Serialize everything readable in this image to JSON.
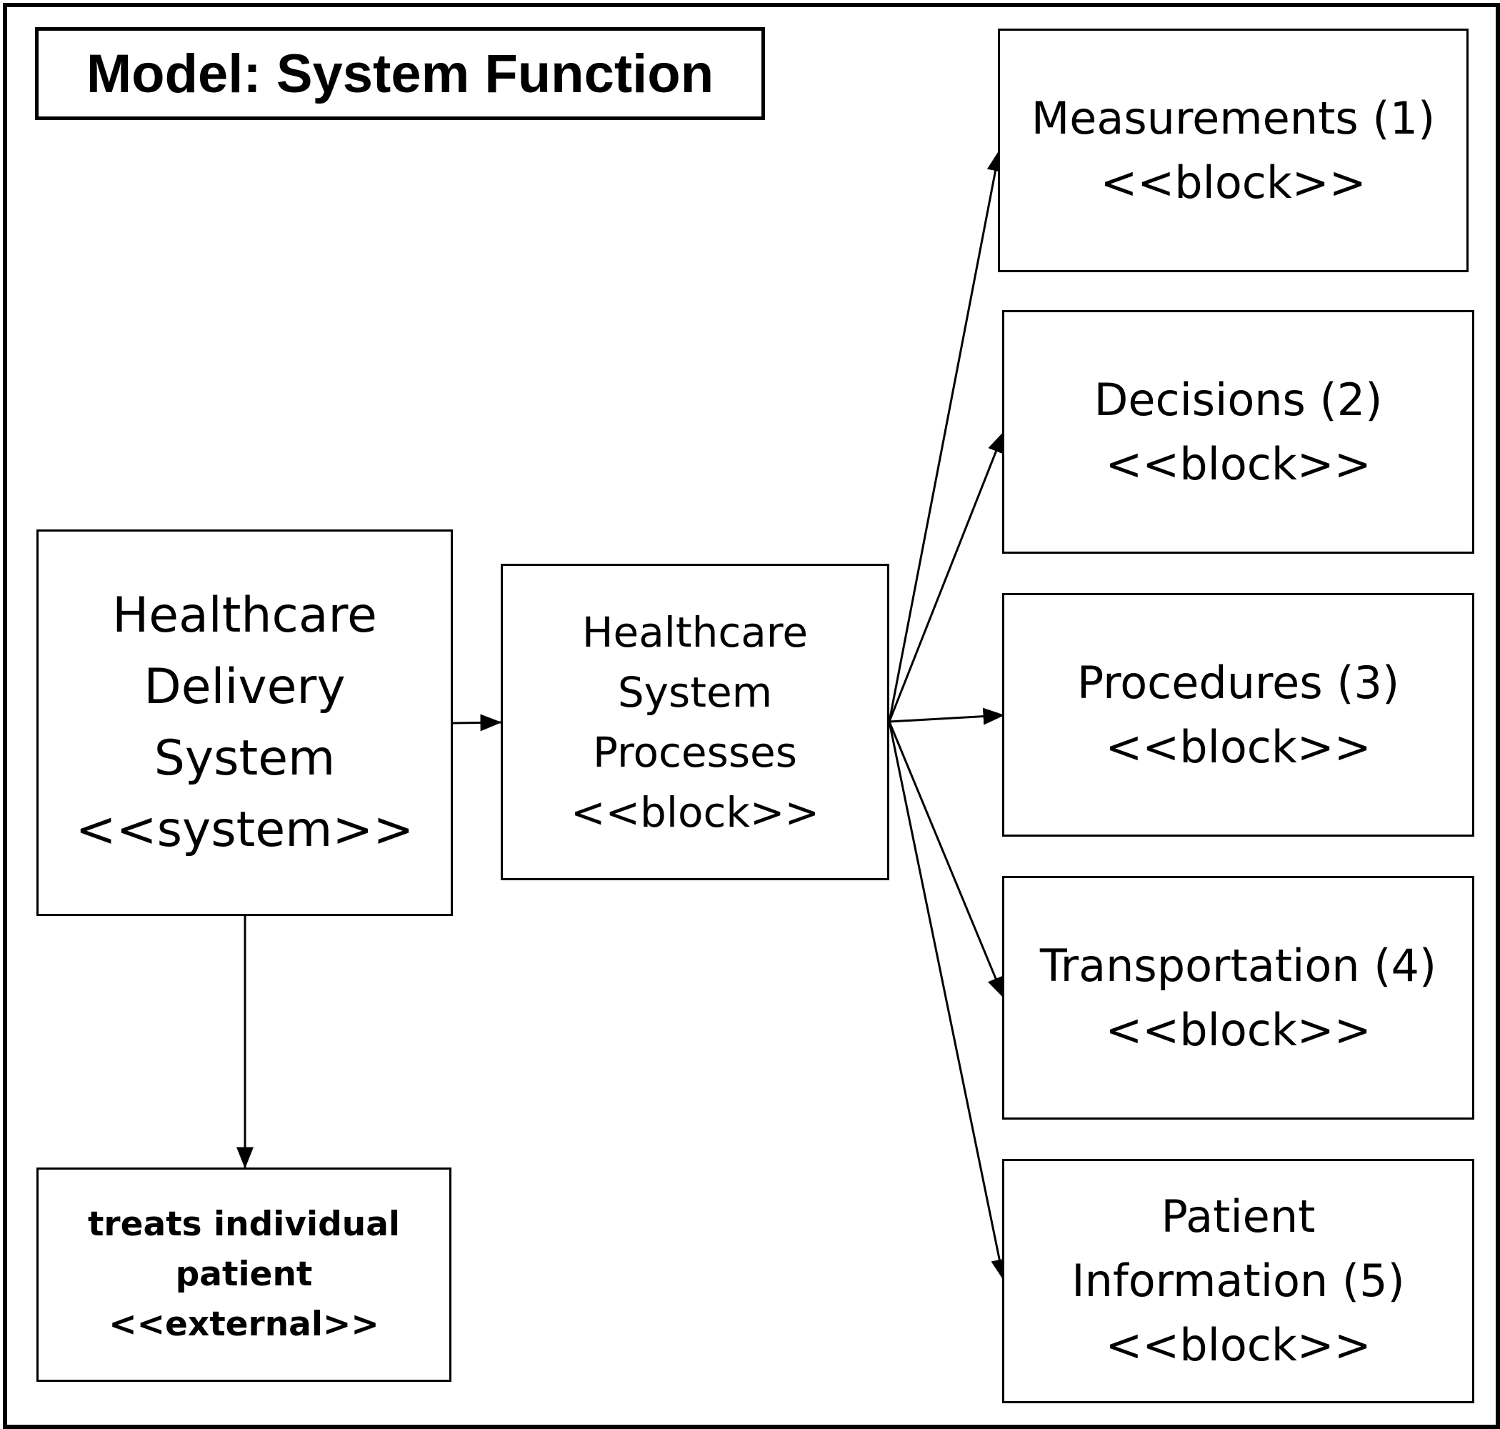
{
  "title": "Model: System Function",
  "system": {
    "lines": [
      "Healthcare",
      "Delivery",
      "System",
      "<<system>>"
    ]
  },
  "processes": {
    "lines": [
      "Healthcare",
      "System",
      "Processes",
      "<<block>>"
    ]
  },
  "patient": {
    "lines": [
      "treats individual",
      "patient",
      "<<external>>"
    ]
  },
  "blocks": [
    {
      "lines": [
        "Measurements (1)",
        "<<block>>"
      ]
    },
    {
      "lines": [
        "Decisions (2)",
        "<<block>>"
      ]
    },
    {
      "lines": [
        "Procedures (3)",
        "<<block>>"
      ]
    },
    {
      "lines": [
        "Transportation (4)",
        "<<block>>"
      ]
    },
    {
      "lines": [
        "Patient",
        "Information (5)",
        "<<block>>"
      ]
    }
  ],
  "colors": {
    "stroke": "#000000",
    "background": "#ffffff"
  }
}
